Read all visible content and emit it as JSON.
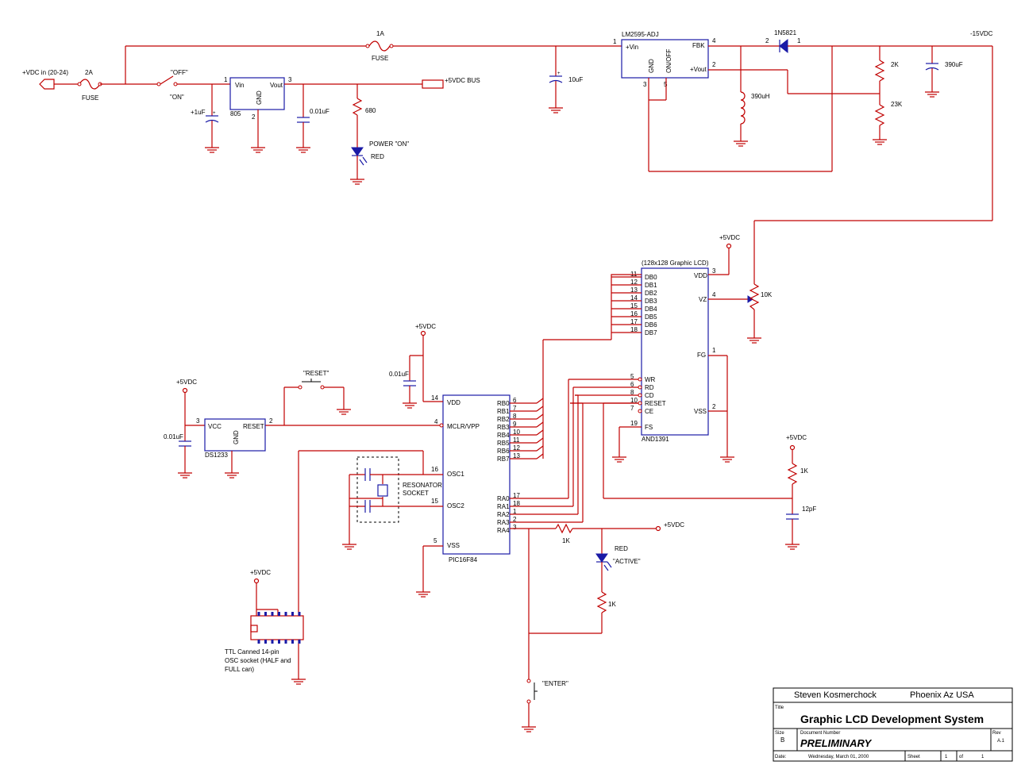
{
  "power_section": {
    "input_label": "+VDC in (20-24)",
    "fuse_in_rating": "2A",
    "fuse_in_label": "FUSE",
    "switch_off": "\"OFF\"",
    "switch_on": "\"ON\"",
    "cap_input": "+1uF",
    "reg5_part": "805",
    "reg5_vin": "Vin",
    "reg5_vout": "Vout",
    "reg5_gnd": "GND",
    "reg5_pin1": "1",
    "reg5_pin2": "2",
    "reg5_pin3": "3",
    "cap_reg5_out": "0.01uF",
    "bus_label": "+5VDC BUS",
    "led_resistor": "680",
    "led_label": "POWER \"ON\"",
    "led_color": "RED",
    "fuse2_rating": "1A",
    "fuse2_label": "FUSE",
    "cap_10uf": "10uF",
    "sw_reg_part": "LM2595-ADJ",
    "sw_reg_vin": "+Vin",
    "sw_reg_fbk": "FBK",
    "sw_reg_vout": "+Vout",
    "sw_reg_gnd": "GND",
    "sw_reg_onoff": "ON/OFF",
    "sw_reg_pin1": "1",
    "sw_reg_pin2": "2",
    "sw_reg_pin3": "3",
    "sw_reg_pin4": "4",
    "sw_reg_pin5": "5",
    "diode_part": "1N5821",
    "diode_pin2": "2",
    "diode_pin1": "1",
    "inductor": "390uH",
    "res_2k": "2K",
    "res_23k": "23K",
    "cap_390": "390uF",
    "neg_supply": "-15VDC"
  },
  "lcd": {
    "title": "(128x128 Graphic LCD)",
    "part": "AND1391",
    "data_pins": [
      "DB0",
      "DB1",
      "DB2",
      "DB3",
      "DB4",
      "DB5",
      "DB6",
      "DB7"
    ],
    "data_pin_numbers": [
      "11",
      "12",
      "13",
      "14",
      "15",
      "16",
      "17",
      "18"
    ],
    "ctrl_pins": [
      "WR",
      "RD",
      "CD",
      "RESET",
      "CE"
    ],
    "ctrl_pin_numbers": [
      "5",
      "6",
      "8",
      "10",
      "7"
    ],
    "fs": "FS",
    "fs_num": "19",
    "vdd": "VDD",
    "vdd_num": "3",
    "vz": "VZ",
    "vz_num": "4",
    "fg": "FG",
    "fg_num": "1",
    "vss": "VSS",
    "vss_num": "2",
    "supply": "+5VDC",
    "pot": "10K"
  },
  "pic": {
    "part": "PIC16F84",
    "vdd": "VDD",
    "vdd_num": "14",
    "mclr": "MCLR/VPP",
    "mclr_num": "4",
    "osc1": "OSC1",
    "osc1_num": "16",
    "osc2": "OSC2",
    "osc2_num": "15",
    "vss": "VSS",
    "vss_num": "5",
    "rb_pins": [
      "RB0",
      "RB1",
      "RB2",
      "RB3",
      "RB4",
      "RB5",
      "RB6",
      "RB7"
    ],
    "rb_nums": [
      "6",
      "7",
      "8",
      "9",
      "10",
      "11",
      "12",
      "13"
    ],
    "ra_pins": [
      "RA0",
      "RA1",
      "RA2",
      "RA3",
      "RA4"
    ],
    "ra_nums": [
      "17",
      "18",
      "1",
      "2",
      "3"
    ],
    "supply": "+5VDC",
    "vdd_cap": "0.01uF"
  },
  "reset_section": {
    "supply": "+5VDC",
    "cap": "0.01uF",
    "ic_part": "DS1233",
    "vcc": "VCC",
    "reset": "RESET",
    "gnd": "GND",
    "pin3": "3",
    "pin2": "2",
    "button_label": "\"RESET\""
  },
  "resonator": {
    "label1": "RESONATOR",
    "label2": "SOCKET"
  },
  "active_led": {
    "res1": "1K",
    "supply": "+5VDC",
    "led_color": "RED",
    "led_label": "\"ACTIVE\"",
    "res2": "1K",
    "enter_label": "\"ENTER\""
  },
  "fs_rc": {
    "supply": "+5VDC",
    "res": "1K",
    "cap": "12pF"
  },
  "osc_socket": {
    "supply": "+5VDC",
    "note_line1": "TTL Canned 14-pin",
    "note_line2": "OSC socket (HALF and",
    "note_line3": "FULL can)"
  },
  "title_block": {
    "author": "Steven Kosmerchock",
    "location": "Phoenix  Az  USA",
    "title_label": "Title",
    "title": "Graphic LCD Development System",
    "size_label": "Size",
    "size": "B",
    "doc_label": "Document Number",
    "doc": "PRELIMINARY",
    "rev_label": "Rev",
    "rev": "A.1",
    "date_label": "Date:",
    "date": "Wednesday, March 01, 2000",
    "sheet_label": "Sheet",
    "sheet_num": "1",
    "of_label": "of",
    "sheet_total": "1"
  }
}
